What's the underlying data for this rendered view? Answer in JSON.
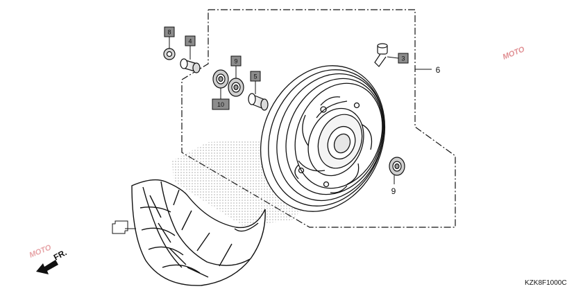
{
  "diagram": {
    "part_labels": {
      "p3": "3",
      "p4": "4",
      "p5": "5",
      "p6": "6",
      "p8": "8",
      "p9a": "9",
      "p9b": "9",
      "p10": "10"
    },
    "direction_label": "FR.",
    "diagram_code": "KZK8F1000C",
    "watermark_text": "MOTO",
    "colors": {
      "line": "#111111",
      "tag_fill": "#8c8c8c",
      "watermark": "#c8333a"
    }
  }
}
